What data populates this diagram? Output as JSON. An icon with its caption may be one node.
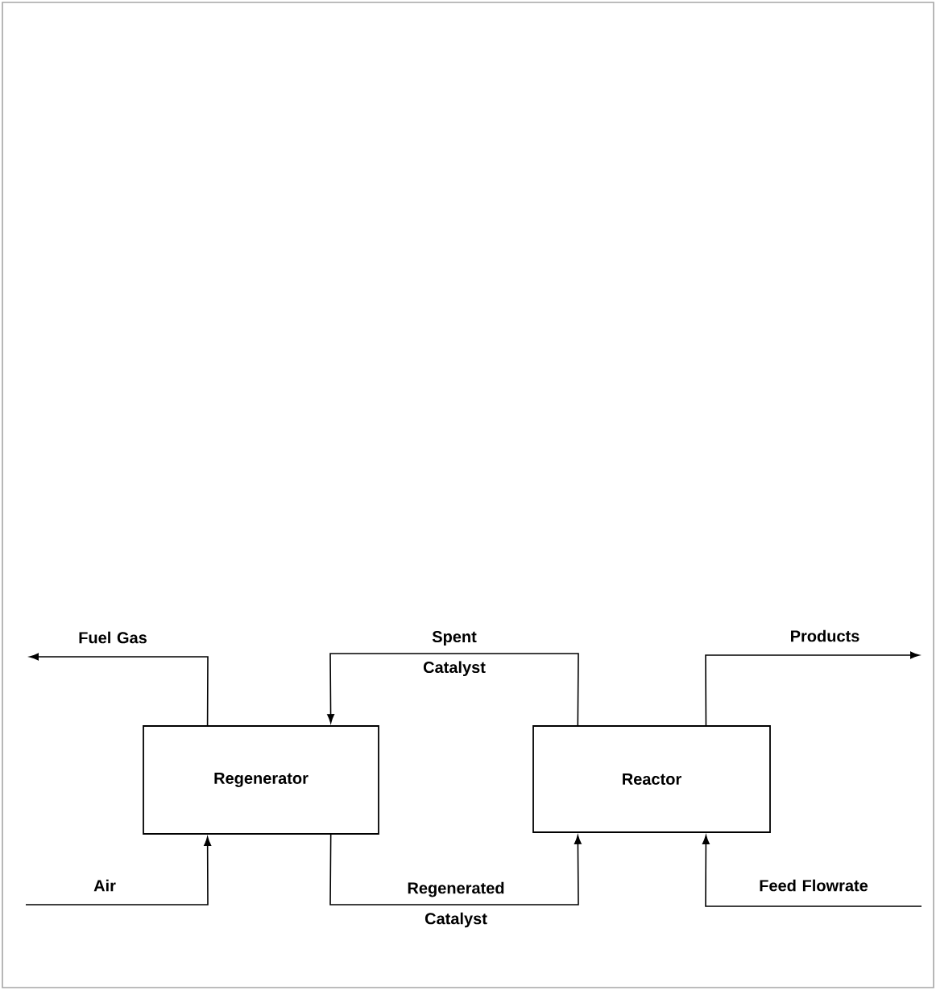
{
  "diagram": {
    "nodes": [
      {
        "text": [
          "Regenerator"
        ]
      },
      {
        "text": [
          "Reactor"
        ]
      }
    ],
    "edges": [
      {
        "from": 0,
        "to": null,
        "arrow": "to",
        "label": "Fuel Gas"
      },
      {
        "from": 1,
        "to": 0,
        "arrow": "to",
        "label": "Spent Catalyst"
      },
      {
        "from": 0,
        "to": 1,
        "arrow": "to",
        "label": "Regenerated Catalyst"
      },
      {
        "from": null,
        "to": 0,
        "arrow": "to",
        "label": "Air"
      },
      {
        "from": null,
        "to": 1,
        "arrow": "to",
        "label": "Feed Flowrate"
      },
      {
        "from": 1,
        "to": null,
        "arrow": "to",
        "label": "Products"
      }
    ]
  }
}
